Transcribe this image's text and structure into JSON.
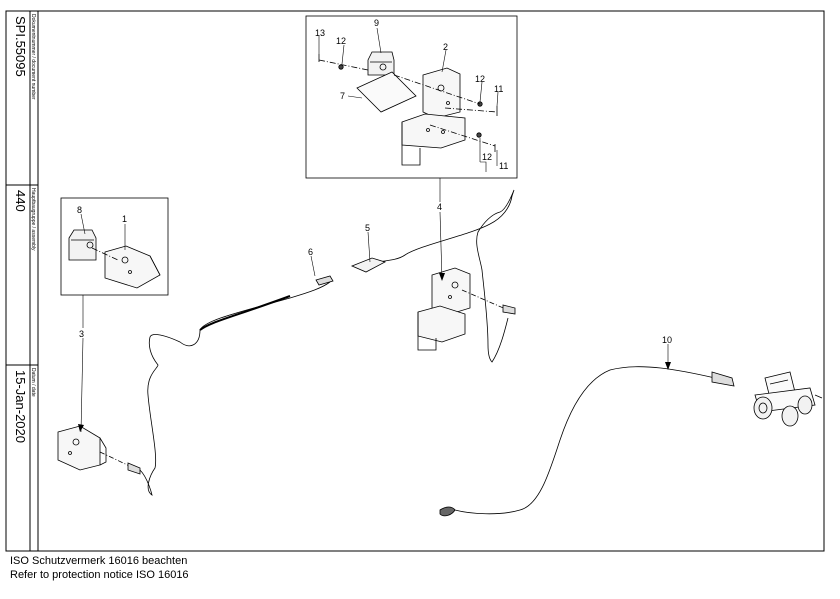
{
  "title_block": {
    "doc_caption": "Dokumentnummer / document number",
    "doc_value": "SPI.55095",
    "assembly_caption": "Hauptbaugruppe / assembly",
    "assembly_value": "440",
    "date_caption": "Datum / date",
    "date_value": "15-Jan-2020"
  },
  "callouts": {
    "c1": "1",
    "c2": "2",
    "c3": "3",
    "c4": "4",
    "c5": "5",
    "c6": "6",
    "c7": "7",
    "c8": "8",
    "c9": "9",
    "c10": "10",
    "c11a": "11",
    "c11b": "11",
    "c12a": "12",
    "c12b": "12",
    "c12c": "12",
    "c13": "13"
  },
  "footer": {
    "line1": "ISO Schutzvermerk 16016 beachten",
    "line2": "Refer to protection notice ISO 16016"
  }
}
